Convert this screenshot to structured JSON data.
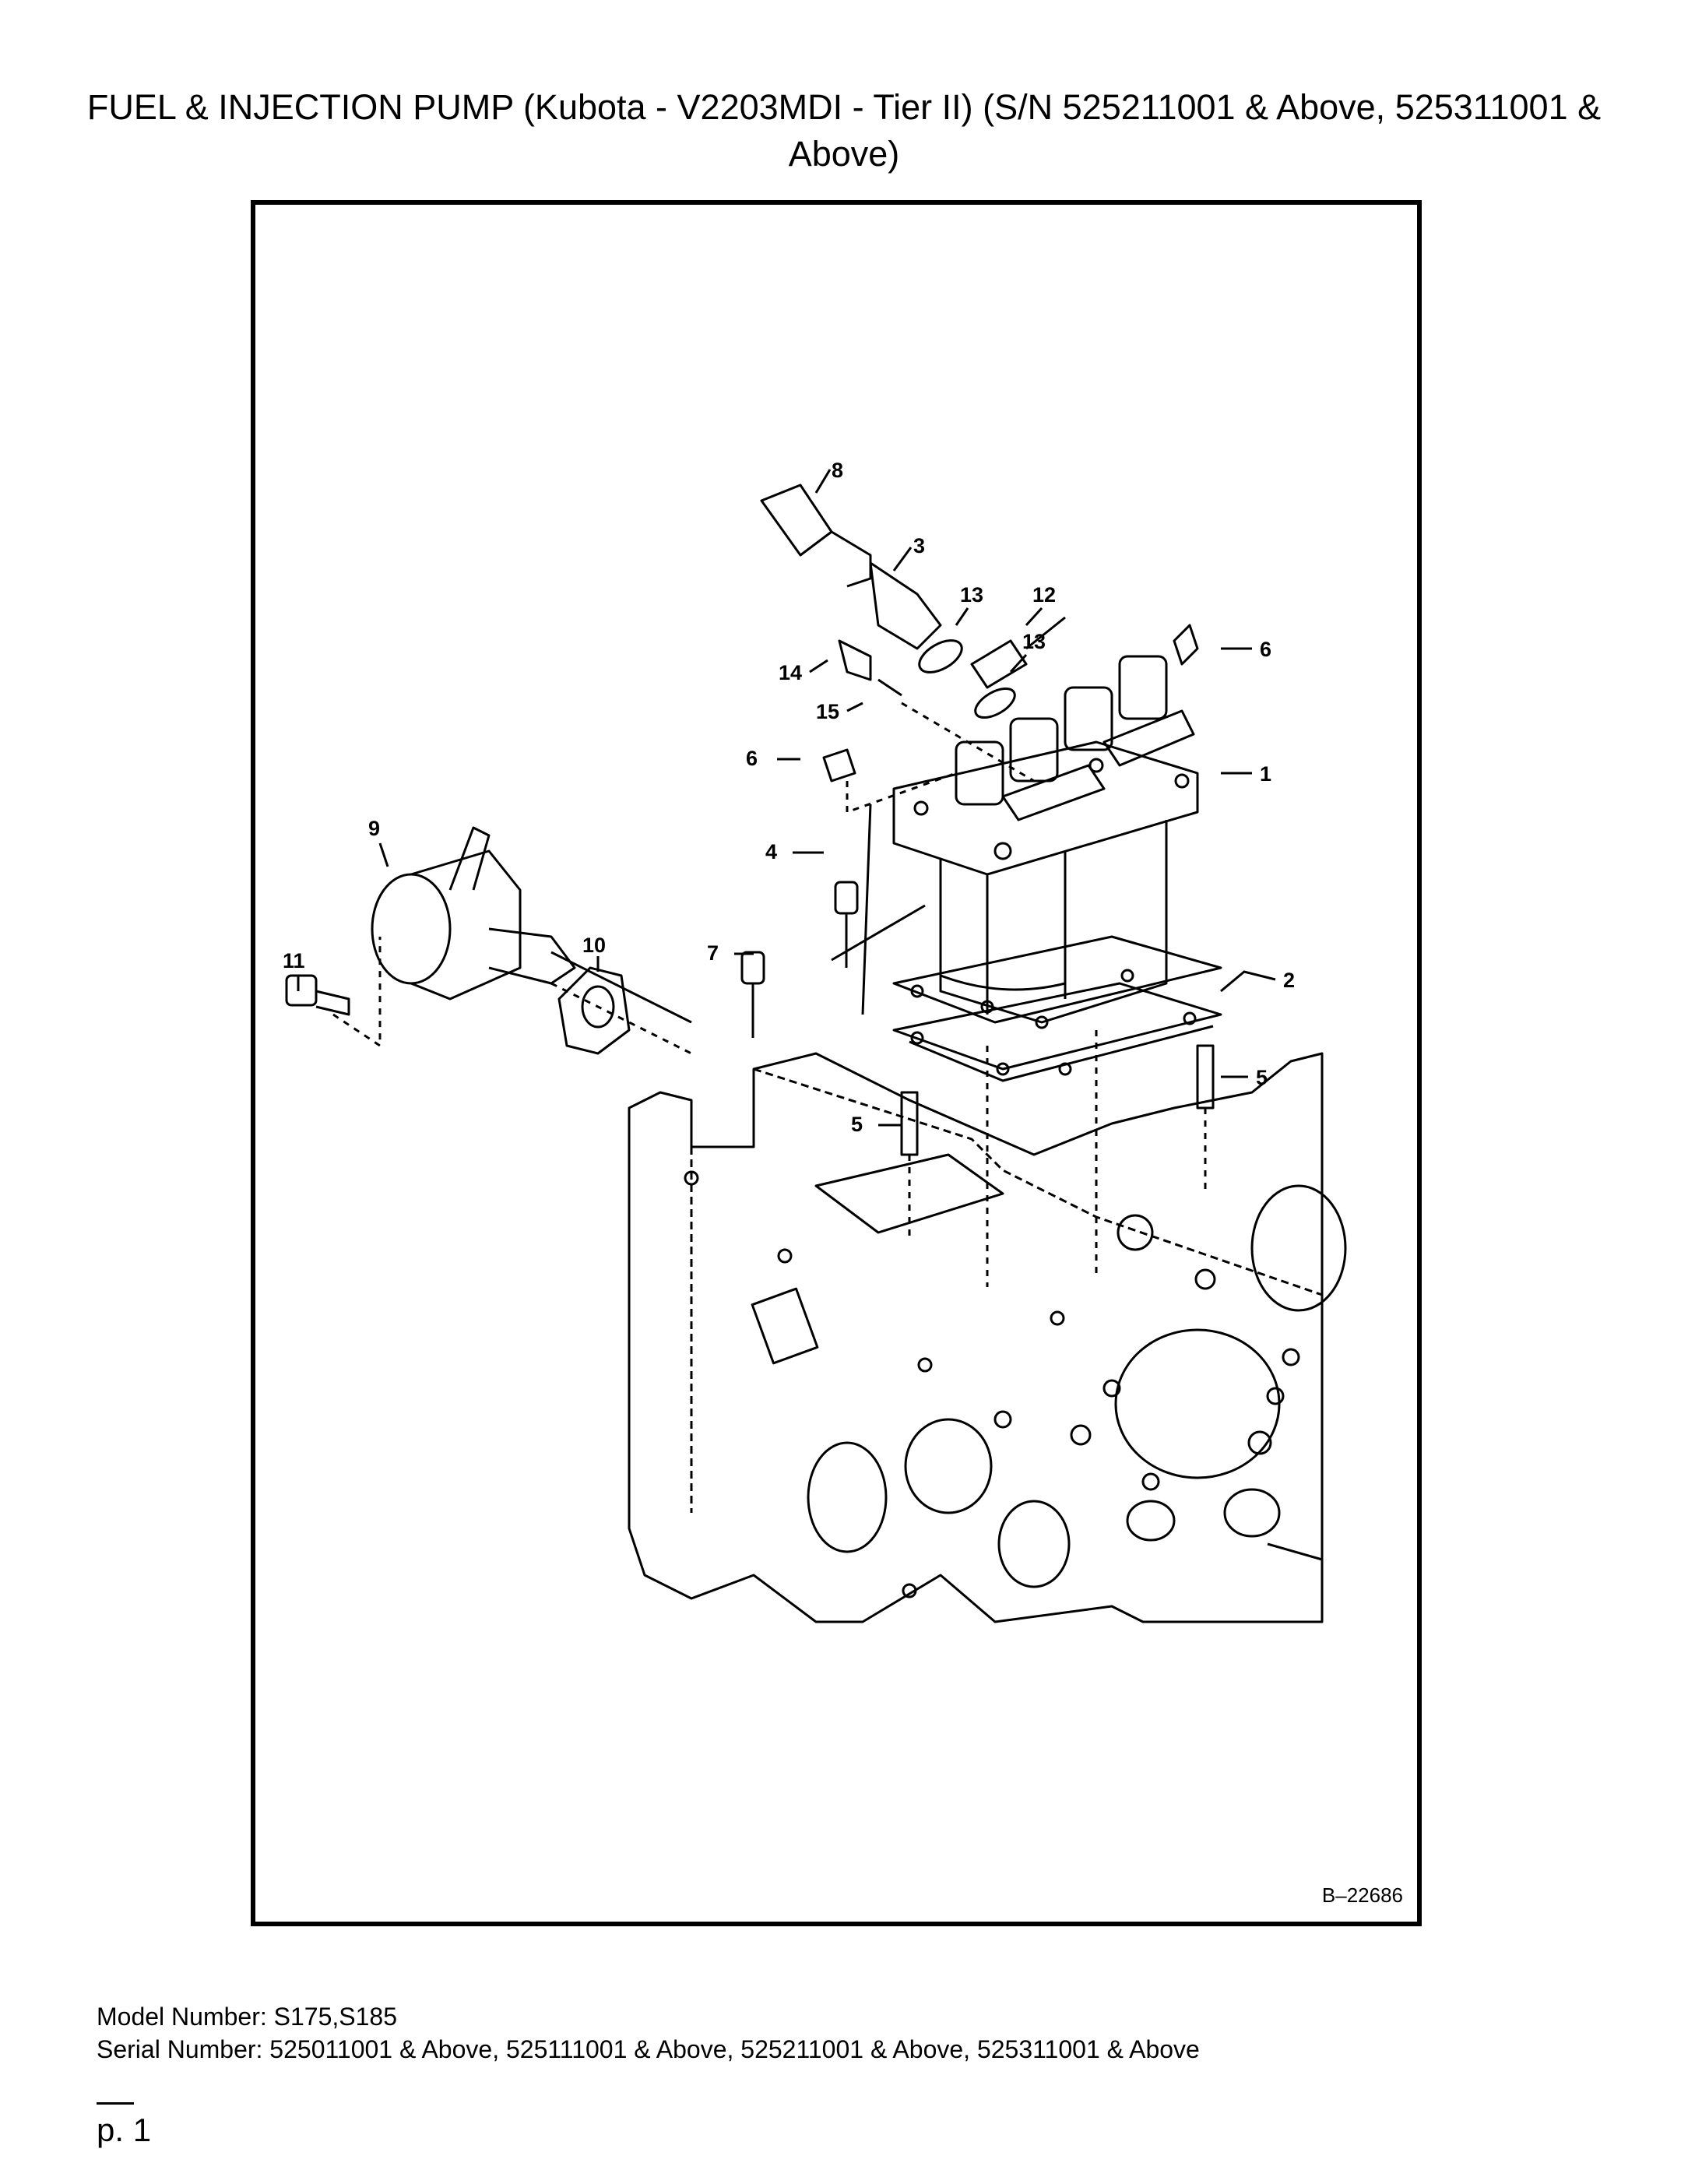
{
  "document": {
    "title": "FUEL & INJECTION PUMP (Kubota - V2203MDI - Tier II) (S/N 525211001 & Above, 525311001 & Above)",
    "drawing_code": "B–22686",
    "callouts": [
      "8",
      "3",
      "13",
      "12",
      "13",
      "14",
      "15",
      "6",
      "6",
      "1",
      "9",
      "4",
      "11",
      "10",
      "7",
      "2",
      "5",
      "5"
    ],
    "model_number": "Model Number: S175,S185",
    "serial_number": "Serial Number: 525011001 & Above, 525111001 & Above, 525211001 & Above, 525311001 & Above",
    "page": "p. 1"
  }
}
